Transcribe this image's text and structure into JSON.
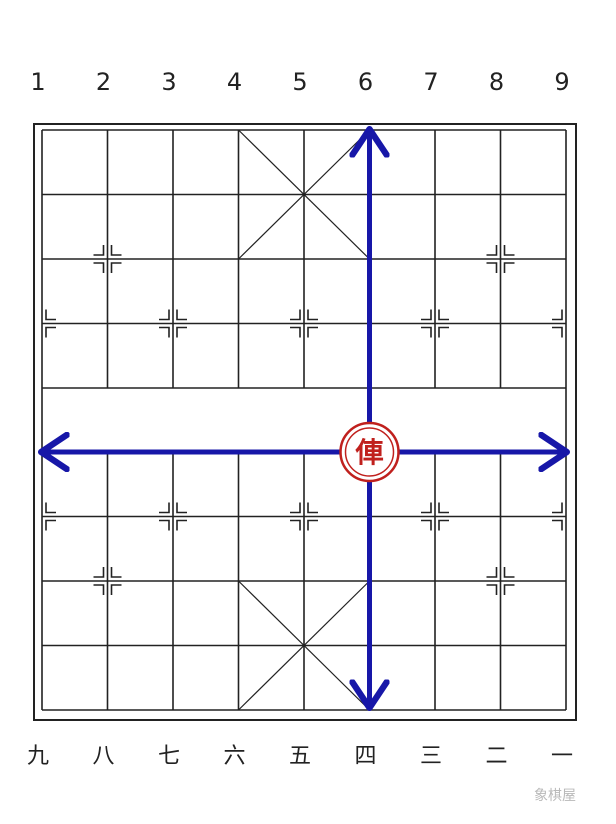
{
  "board": {
    "files_top": [
      "1",
      "2",
      "3",
      "4",
      "5",
      "6",
      "7",
      "8",
      "9"
    ],
    "files_bottom": [
      "九",
      "八",
      "七",
      "六",
      "五",
      "四",
      "三",
      "二",
      "一"
    ]
  },
  "piece": {
    "label": "俥",
    "side": "red",
    "color": "#c0201d",
    "file_from_red_side": "四",
    "file_index": 5,
    "row_index": 5
  },
  "moves": {
    "color": "#1717a8",
    "directions": [
      "up",
      "down",
      "left",
      "right"
    ]
  },
  "watermark": {
    "text": "象棋屋"
  }
}
